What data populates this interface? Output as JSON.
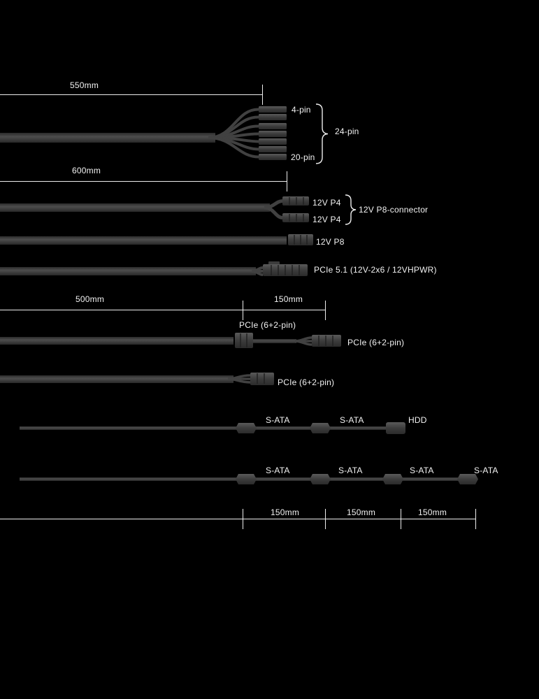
{
  "colors": {
    "background": "#000000",
    "cable": "#3d3d3d",
    "connector": "#454545",
    "line": "#ededed",
    "text": "#f2f2f2"
  },
  "measurements": {
    "atx_length": "550mm",
    "cpu_length": "600mm",
    "pcie_length": "500mm",
    "pcie_extension": "150mm",
    "sata_segments": [
      "150mm",
      "150mm",
      "150mm"
    ]
  },
  "cables": {
    "atx": {
      "part_top": "4-pin",
      "part_bottom": "20-pin",
      "group": "24-pin"
    },
    "cpu_split": {
      "top": "12V P4",
      "bottom": "12V P4",
      "group": "12V P8-connector"
    },
    "cpu_p8": {
      "label": "12V P8"
    },
    "pcie5": {
      "label": "PCIe 5.1 (12V-2x6 / 12VHPWR)"
    },
    "pcie_daisy": {
      "mid": "PCIe (6+2-pin)",
      "end": "PCIe (6+2-pin)"
    },
    "pcie_single": {
      "label": "PCIe (6+2-pin)"
    },
    "sata_hdd": {
      "labels": [
        "S-ATA",
        "S-ATA",
        "HDD"
      ]
    },
    "sata_quad": {
      "labels": [
        "S-ATA",
        "S-ATA",
        "S-ATA",
        "S-ATA"
      ]
    }
  }
}
